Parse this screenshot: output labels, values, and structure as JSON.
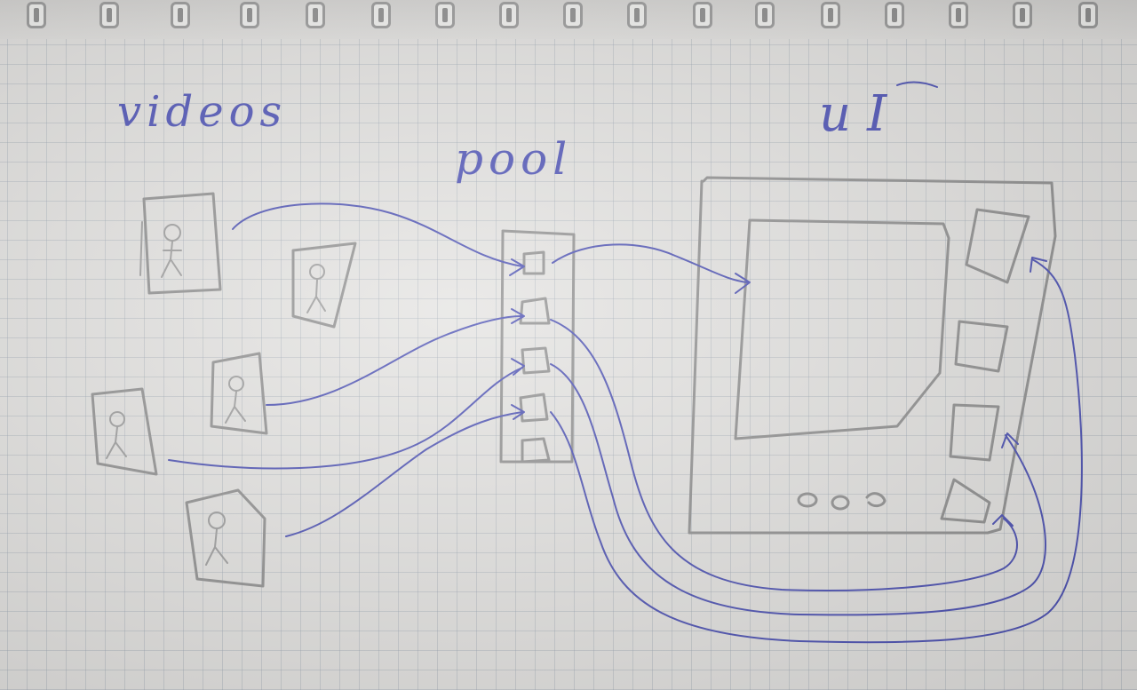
{
  "labels": {
    "videos": "videos",
    "pool": "pool",
    "ui": "uI"
  },
  "colors": {
    "ink": "#4a4fb3",
    "pencil": "#8f8f8f",
    "paper": "#e4e3e1"
  },
  "diagram": {
    "sections": [
      "videos",
      "pool",
      "uI"
    ],
    "video_count": 5,
    "pool_slot_count": 5,
    "ui_thumbnail_count": 4,
    "ui_dots": 3,
    "connections": [
      {
        "from": "video-1",
        "to": "pool-slot-1"
      },
      {
        "from": "video-3",
        "to": "pool-slot-2"
      },
      {
        "from": "video-4",
        "to": "pool-slot-3"
      },
      {
        "from": "video-5",
        "to": "pool-slot-4"
      },
      {
        "from": "pool-slot-1",
        "to": "ui-main-view"
      },
      {
        "from": "pool-slot-2",
        "to": "ui-thumbnail-4"
      },
      {
        "from": "pool-slot-3",
        "to": "ui-thumbnail-3"
      },
      {
        "from": "pool-slot-4",
        "to": "ui-thumbnail-1"
      }
    ]
  }
}
